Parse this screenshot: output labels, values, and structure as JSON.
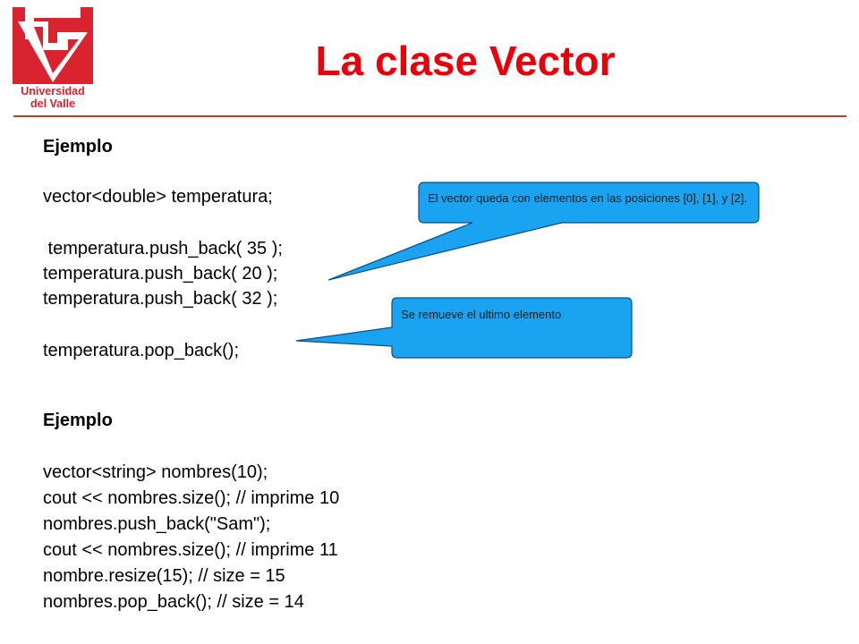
{
  "logo": {
    "line1": "Universidad",
    "line2": "del Valle",
    "color": "#d9232e"
  },
  "title": "La clase Vector",
  "colors": {
    "title": "#e8000b",
    "rule": "#c0392b",
    "callout_fill": "#1aa3f0",
    "callout_border": "#0d4d85"
  },
  "section1": {
    "heading": "Ejemplo",
    "lines": [
      "vector<double> temperatura;",
      " temperatura.push_back( 35 );",
      "temperatura.push_back( 20 );",
      "temperatura.push_back( 32 );",
      "temperatura.pop_back();"
    ]
  },
  "section2": {
    "heading": "Ejemplo",
    "lines": [
      "vector<string> nombres(10);",
      "cout << nombres.size(); // imprime 10",
      "nombres.push_back(\"Sam\");",
      "cout << nombres.size(); // imprime 11",
      "nombre.resize(15); // size = 15",
      "nombres.pop_back(); // size = 14"
    ]
  },
  "callouts": [
    {
      "text": "El vector queda con elementos en las posiciones [0], [1], y [2]."
    },
    {
      "text": "Se remueve el ultimo elemento"
    }
  ]
}
